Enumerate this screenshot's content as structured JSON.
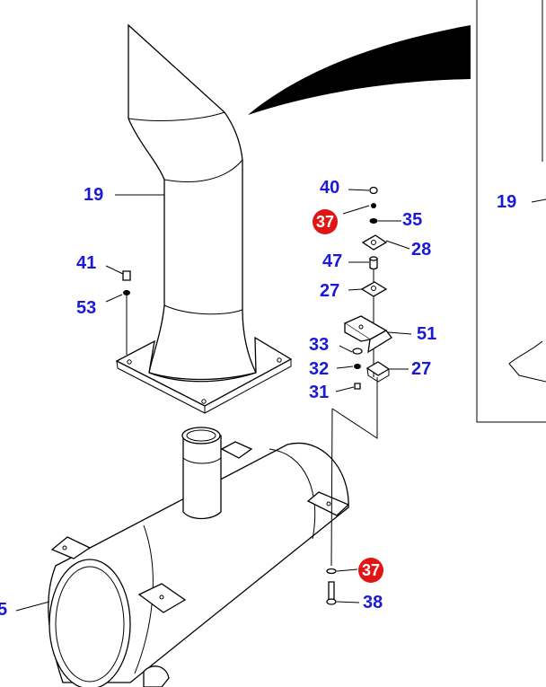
{
  "callouts": [
    {
      "id": "19a",
      "text": "19",
      "style": "blue"
    },
    {
      "id": "41",
      "text": "41",
      "style": "blue"
    },
    {
      "id": "53",
      "text": "53",
      "style": "blue"
    },
    {
      "id": "40",
      "text": "40",
      "style": "blue"
    },
    {
      "id": "37a",
      "text": "37",
      "style": "red"
    },
    {
      "id": "35",
      "text": "35",
      "style": "blue"
    },
    {
      "id": "28",
      "text": "28",
      "style": "blue"
    },
    {
      "id": "47",
      "text": "47",
      "style": "blue"
    },
    {
      "id": "27a",
      "text": "27",
      "style": "blue"
    },
    {
      "id": "51",
      "text": "51",
      "style": "blue"
    },
    {
      "id": "33",
      "text": "33",
      "style": "blue"
    },
    {
      "id": "32",
      "text": "32",
      "style": "blue"
    },
    {
      "id": "27b",
      "text": "27",
      "style": "blue"
    },
    {
      "id": "31",
      "text": "31",
      "style": "blue"
    },
    {
      "id": "19b",
      "text": "19",
      "style": "blue"
    },
    {
      "id": "37b",
      "text": "37",
      "style": "red"
    },
    {
      "id": "38",
      "text": "38",
      "style": "blue"
    },
    {
      "id": "5",
      "text": "5",
      "style": "blue"
    }
  ],
  "colors": {
    "callout_blue": "#1a1ad6",
    "callout_red": "#e01616",
    "line": "#000000"
  }
}
